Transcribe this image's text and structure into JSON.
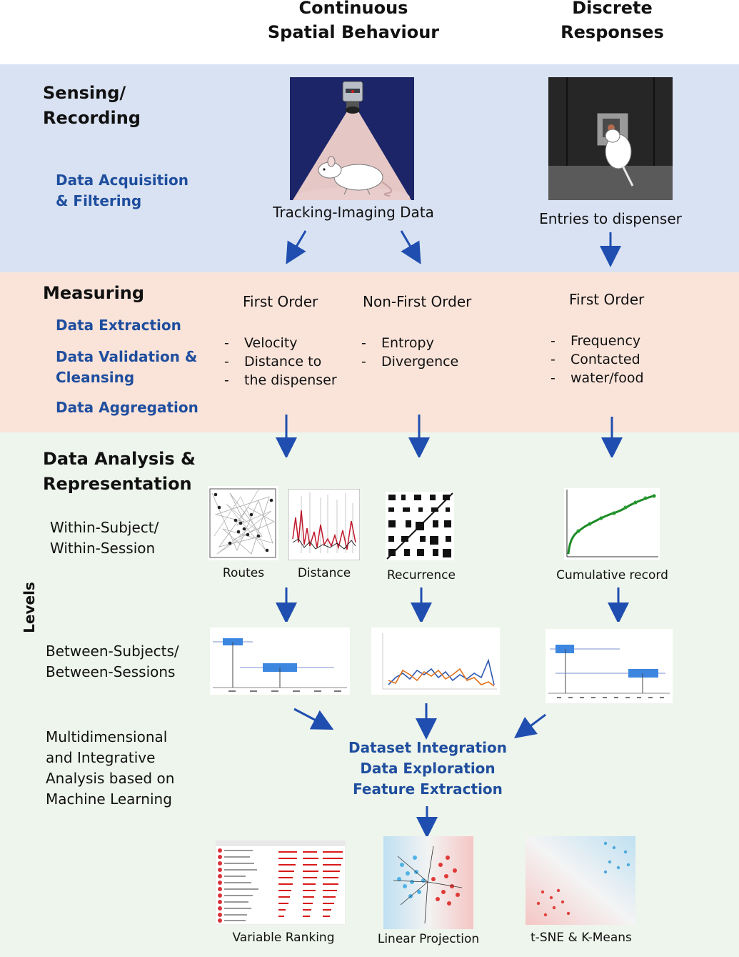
{
  "columns": {
    "continuous": [
      "Continuous",
      "Spatial Behaviour"
    ],
    "discrete": [
      "Discrete",
      "Responses"
    ]
  },
  "colors": {
    "sensing_bg": "#d9e2f2",
    "measuring_bg": "#fae4da",
    "analysis_bg": "#eef5ec",
    "accent_blue": "#1f4e9e",
    "arrow_blue": "#1f4eb0"
  },
  "sensing": {
    "title": [
      "Sensing/",
      "Recording"
    ],
    "sub": [
      "Data Acquisition",
      "& Filtering"
    ],
    "tracking_caption": "Tracking-Imaging Data",
    "entries_caption": "Entries to dispenser"
  },
  "measuring": {
    "title": "Measuring",
    "subs": [
      "Data Extraction",
      "Data Validation &",
      "Cleansing",
      "Data Aggregation"
    ],
    "first_order": {
      "heading": "First Order",
      "items": [
        "Velocity",
        "Distance to",
        "the dispenser"
      ]
    },
    "non_first_order": {
      "heading": "Non-First Order",
      "items": [
        "Entropy",
        "Divergence"
      ]
    },
    "first_order_discrete": {
      "heading": "First Order",
      "items": [
        "Frequency",
        "Contacted",
        "water/food"
      ]
    }
  },
  "analysis": {
    "title": [
      "Data Analysis &",
      "Representation"
    ],
    "levels_label": "Levels",
    "within": [
      "Within-Subject/",
      "Within-Session"
    ],
    "between": [
      "Between-Subjects/",
      "Between-Sessions"
    ],
    "multi": [
      "Multidimensional",
      "and Integrative",
      "Analysis based on",
      "Machine Learning"
    ],
    "captions": {
      "routes": "Routes",
      "distance": "Distance",
      "recurrence": "Recurrence",
      "cumulative": "Cumulative record"
    },
    "integration": [
      "Dataset Integration",
      "Data Exploration",
      "Feature Extraction"
    ],
    "ml_captions": {
      "ranking": "Variable Ranking",
      "projection": "Linear Projection",
      "tsne": "t-SNE & K-Means"
    }
  }
}
